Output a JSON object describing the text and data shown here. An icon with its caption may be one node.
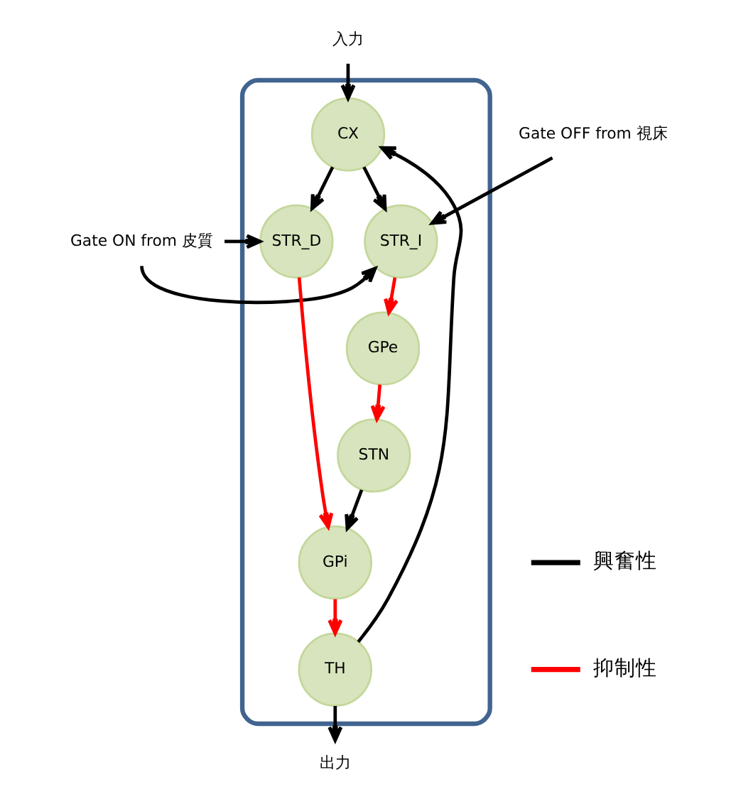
{
  "diagram": {
    "nodes": [
      {
        "text": [
          "入力"
        ]
      },
      {
        "text": [],
        "shape": "box"
      },
      {
        "text": [
          "CX"
        ],
        "in": 1
      },
      {
        "text": [
          "Gate ON from 皮質"
        ]
      },
      {
        "text": [
          "STR_D"
        ],
        "in": 1
      },
      {
        "text": [
          "STR_I"
        ],
        "in": 1
      },
      {
        "text": [
          "Gate OFF from 視床"
        ]
      },
      {
        "text": [
          "GPe"
        ],
        "in": 1
      },
      {
        "text": [
          "STN"
        ],
        "in": 1
      },
      {
        "text": [
          "GPi"
        ],
        "in": 1
      },
      {
        "text": [
          "TH"
        ],
        "in": 1
      },
      {
        "text": [
          "出力"
        ]
      }
    ],
    "edges": [
      {
        "from": 0,
        "to": 2,
        "arrow": "to"
      },
      {
        "from": 10,
        "to": 2,
        "arrow": "to"
      },
      {
        "from": 2,
        "to": 4,
        "arrow": "to"
      },
      {
        "from": 2,
        "to": 5,
        "arrow": "to"
      },
      {
        "from": 3,
        "to": 4,
        "arrow": "to"
      },
      {
        "from": 3,
        "to": 5,
        "arrow": "to"
      },
      {
        "from": 6,
        "to": 5,
        "arrow": "to"
      },
      {
        "from": 5,
        "to": 7,
        "arrow": "to",
        "color": "#ff0000"
      },
      {
        "from": 4,
        "to": 9,
        "arrow": "to",
        "color": "#ff0000"
      },
      {
        "from": 7,
        "to": 8,
        "arrow": "to",
        "color": "#ff0000"
      },
      {
        "from": 8,
        "to": 9,
        "arrow": "to"
      },
      {
        "from": 9,
        "to": 10,
        "arrow": "to",
        "color": "#ff0000"
      },
      {
        "from": 10,
        "to": 11,
        "arrow": "to"
      }
    ],
    "legend": [
      {
        "text": "興奮性",
        "color": "#000000"
      },
      {
        "text": "抑制性",
        "color": "#ff0000"
      }
    ]
  }
}
